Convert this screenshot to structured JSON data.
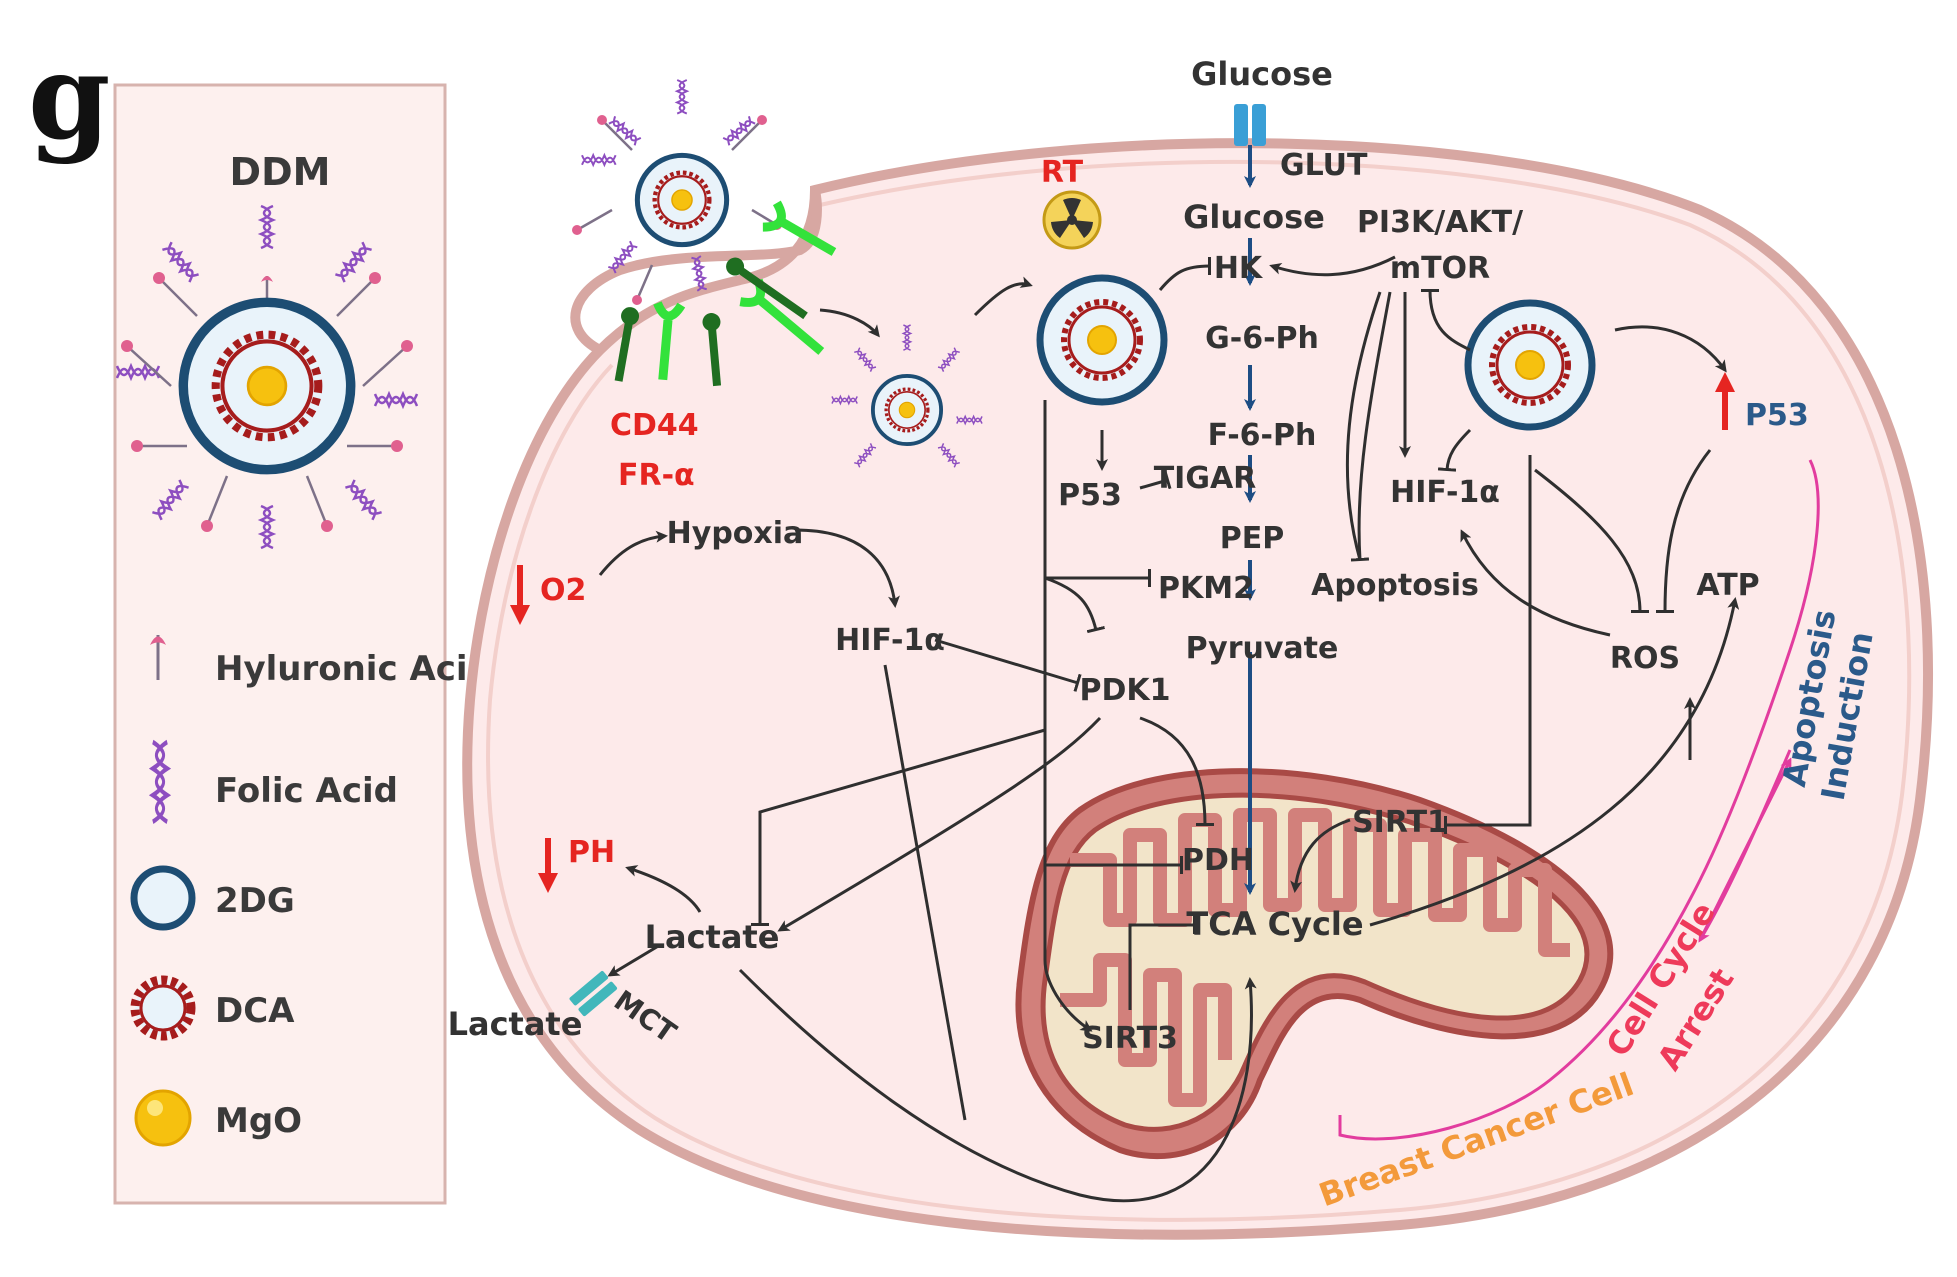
{
  "panel_letter": "g",
  "legend": {
    "title": "DDM",
    "items": [
      {
        "label": "Hyluronic Acid",
        "icon": "hyaluronic-acid-icon"
      },
      {
        "label": "Folic Acid",
        "icon": "folic-acid-icon"
      },
      {
        "label": "2DG",
        "icon": "2dg-shell-icon"
      },
      {
        "label": "DCA",
        "icon": "dca-ring-icon"
      },
      {
        "label": "MgO",
        "icon": "mgo-core-icon"
      }
    ]
  },
  "labels": {
    "glucose_outside": "Glucose",
    "glut": "GLUT",
    "glucose": "Glucose",
    "pi3k": "PI3K/AKT/",
    "mtor": "mTOR",
    "rt": "RT",
    "hk": "HK",
    "g6ph": "G-6-Ph",
    "f6ph": "F-6-Ph",
    "p53_left": "P53",
    "tigar": "TIGAR",
    "pep": "PEP",
    "pkm2": "PKM2",
    "pyruvate": "Pyruvate",
    "hif1a_right": "HIF-1α",
    "apoptosis": "Apoptosis",
    "p53_right": "P53",
    "ros": "ROS",
    "atp": "ATP",
    "cd44": "CD44",
    "fr_alpha": "FR-α",
    "o2": "O2",
    "hypoxia": "Hypoxia",
    "hif1a_left": "HIF-1α",
    "pdk1": "PDK1",
    "pdh": "PDH",
    "sirt1": "SIRT1",
    "ph": "PH",
    "lactate_in": "Lactate",
    "lactate_out": "Lactate",
    "mct": "MCT",
    "tca": "TCA Cycle",
    "sirt3": "SIRT3",
    "breast_cancer_cell": "Breast Cancer Cell",
    "cell_cycle": "Cell Cycle",
    "arrest": "Arrest",
    "apoptosis_v": "Apoptosis",
    "induction_v": "Induction"
  },
  "colors": {
    "cell_fill": "#fdeaea",
    "cell_stroke": "#d7a7a2",
    "mito_fill": "#d2807b",
    "mito_stroke": "#a94a46",
    "shell": "#1d4d73",
    "dca_red": "#a61c1c",
    "core_yellow": "#f6c10f",
    "folic_purple": "#8d4ec0",
    "receptor_green": "#33e23b",
    "receptor_dark": "#1f6e21",
    "glut_cyan": "#3a9fd6",
    "mct_teal": "#41b7bb",
    "red_arrow": "#e52521",
    "blue_arrow": "#1d4d84",
    "pink_line": "#e23c9e"
  }
}
